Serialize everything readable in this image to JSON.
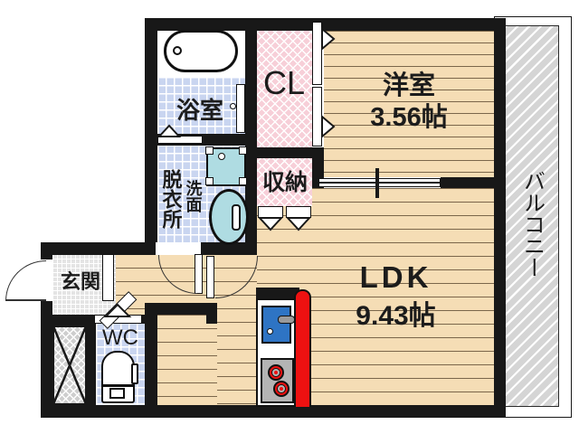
{
  "plan": {
    "rooms": {
      "bathroom": {
        "label": "浴室"
      },
      "dressing_room": {
        "label": "脱衣所"
      },
      "washstand": {
        "label": "洗面"
      },
      "closet": {
        "label": "CL"
      },
      "storage": {
        "label": "収納"
      },
      "western_room": {
        "label": "洋室",
        "size": "3.56帖"
      },
      "ldk": {
        "label": "LDK",
        "size": "9.43帖"
      },
      "entrance": {
        "label": "玄関"
      },
      "toilet": {
        "label": "WC"
      },
      "balcony": {
        "label": "バルコニー"
      }
    },
    "colors": {
      "wall": "#181818",
      "tile_blue": "#c9d5f0",
      "closet_pink": "#f7cfd8",
      "wood_floor": "#f5ddb5",
      "balcony_gray": "#d5d5d5",
      "entrance_gray": "#e4e4e4",
      "fixture_teal": "#afdce2",
      "sink_blue": "#2e74c4",
      "kitchen_red": "#ee1111"
    }
  }
}
